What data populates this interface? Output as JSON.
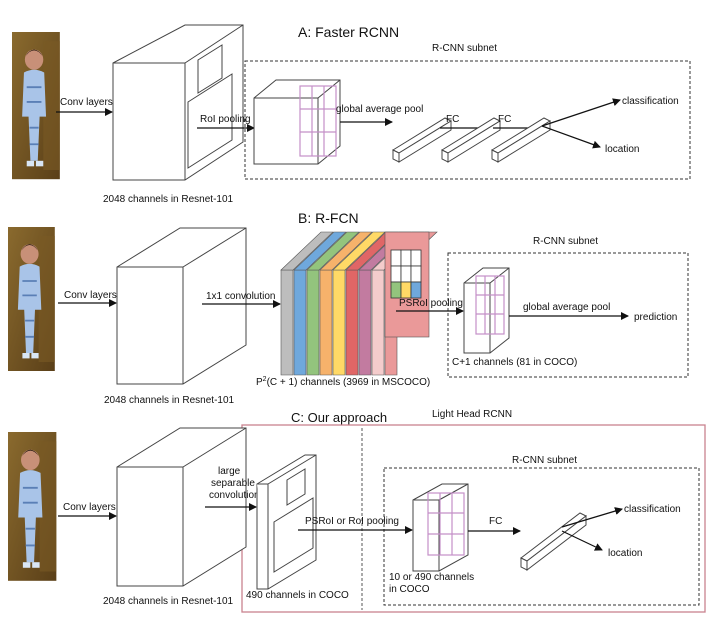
{
  "sections": {
    "a": {
      "title": "A: Faster RCNN",
      "subnet_label": "R-CNN subnet",
      "conv_label": "Conv layers",
      "roi_label": "RoI pooling",
      "gap_label": "global average pool",
      "fc1_label": "FC",
      "fc2_label": "FC",
      "out1": "classification",
      "out2": "location",
      "channels": "2048 channels in Resnet-101"
    },
    "b": {
      "title": "B: R-FCN",
      "subnet_label": "R-CNN subnet",
      "conv_label": "Conv layers",
      "conv1x1_label": "1x1 convolution",
      "psroi_label": "PSRoI pooling",
      "gap_label": "global average pool",
      "out1": "prediction",
      "channels": "2048 channels in Resnet-101",
      "score_maps_pre": "P",
      "score_maps_sup": "2",
      "score_maps_post": "(C + 1)  channels (3969 in MSCOCO)",
      "c1_label": "C+1 channels (81 in COCO)"
    },
    "c": {
      "title": "C: Our approach",
      "head_label": "Light Head RCNN",
      "subnet_label": "R-CNN subnet",
      "conv_label": "Conv layers",
      "sep_line1": "large",
      "sep_line2": "separable",
      "sep_line3": "convolution",
      "pool_label": "PSRoI or RoI pooling",
      "fc_label": "FC",
      "out1": "classification",
      "out2": "location",
      "channels": "2048 channels in Resnet-101",
      "thin_label": "490 channels in COCO",
      "pooled_line1": "10  or 490 channels",
      "pooled_line2": "in COCO"
    }
  },
  "colors": {
    "stripes": [
      "#bdbdbd",
      "#6fa8dc",
      "#93c47d",
      "#f6b26b",
      "#ffd966",
      "#e06666",
      "#c27ba0",
      "#f4cccc",
      "#ea9999"
    ],
    "grid": "#c490c8",
    "head_frame": "#c9828e"
  },
  "icons": {
    "photo": "child-photo-icon"
  }
}
